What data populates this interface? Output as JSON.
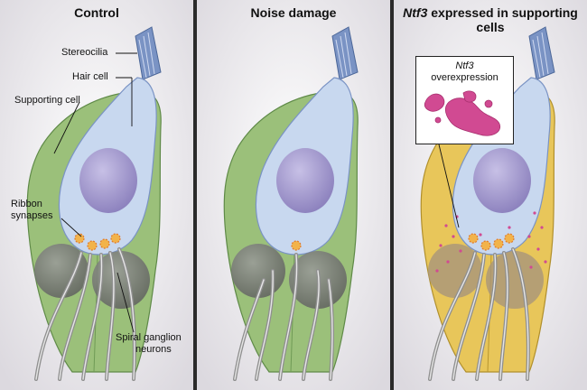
{
  "panels": [
    {
      "title": "Control"
    },
    {
      "title": "Noise damage"
    },
    {
      "title_italic": "Ntf3",
      "title_rest": " expressed in supporting cells"
    }
  ],
  "labels": {
    "stereocilia": "Stereocilia",
    "hair_cell": "Hair cell",
    "supporting_cell": "Supporting cell",
    "ribbon_synapses_1": "Ribbon",
    "ribbon_synapses_2": "synapses",
    "spiral_ganglion_1": "Spiral ganglion",
    "spiral_ganglion_2": "neurons"
  },
  "inset": {
    "gene": "Ntf3",
    "caption": "overexpression"
  },
  "colors": {
    "supporting_normal": "#9bc07a",
    "supporting_ntf3": "#e8c65a",
    "hair_cell": "#c8d8ef",
    "nucleus": "#9a8fc6",
    "stereocilia": "#7a93c4",
    "synapse": "#f2b34a",
    "ntf3_protein": "#d14a92"
  }
}
